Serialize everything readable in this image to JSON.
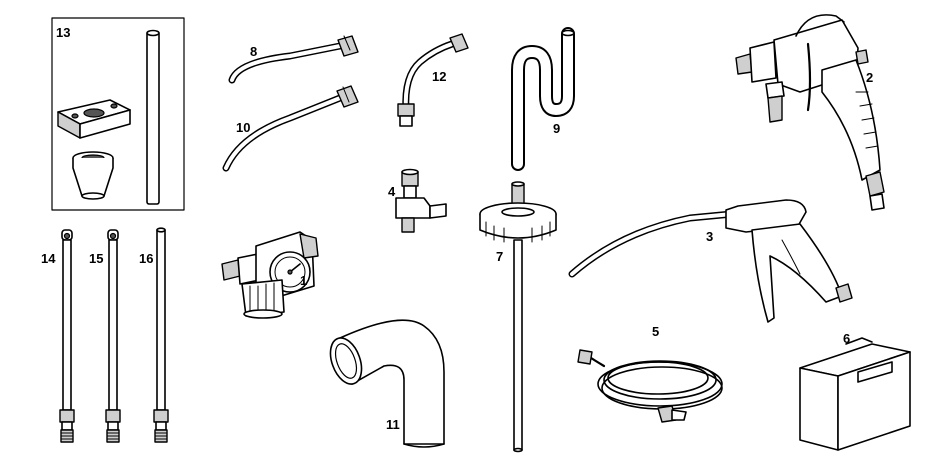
{
  "parts": [
    {
      "id": "p1",
      "label": "1"
    },
    {
      "id": "p2",
      "label": "2"
    },
    {
      "id": "p3",
      "label": "3"
    },
    {
      "id": "p4",
      "label": "4"
    },
    {
      "id": "p5",
      "label": "5"
    },
    {
      "id": "p6",
      "label": "6"
    },
    {
      "id": "p7",
      "label": "7"
    },
    {
      "id": "p8",
      "label": "8"
    },
    {
      "id": "p9",
      "label": "9"
    },
    {
      "id": "p10",
      "label": "10"
    },
    {
      "id": "p11",
      "label": "11"
    },
    {
      "id": "p12",
      "label": "12"
    },
    {
      "id": "p13",
      "label": "13"
    },
    {
      "id": "p14",
      "label": "14"
    },
    {
      "id": "p15",
      "label": "15"
    },
    {
      "id": "p16",
      "label": "16"
    }
  ],
  "colors": {
    "line": "#000000",
    "background": "#ffffff",
    "shade": "#cfcfcf"
  }
}
